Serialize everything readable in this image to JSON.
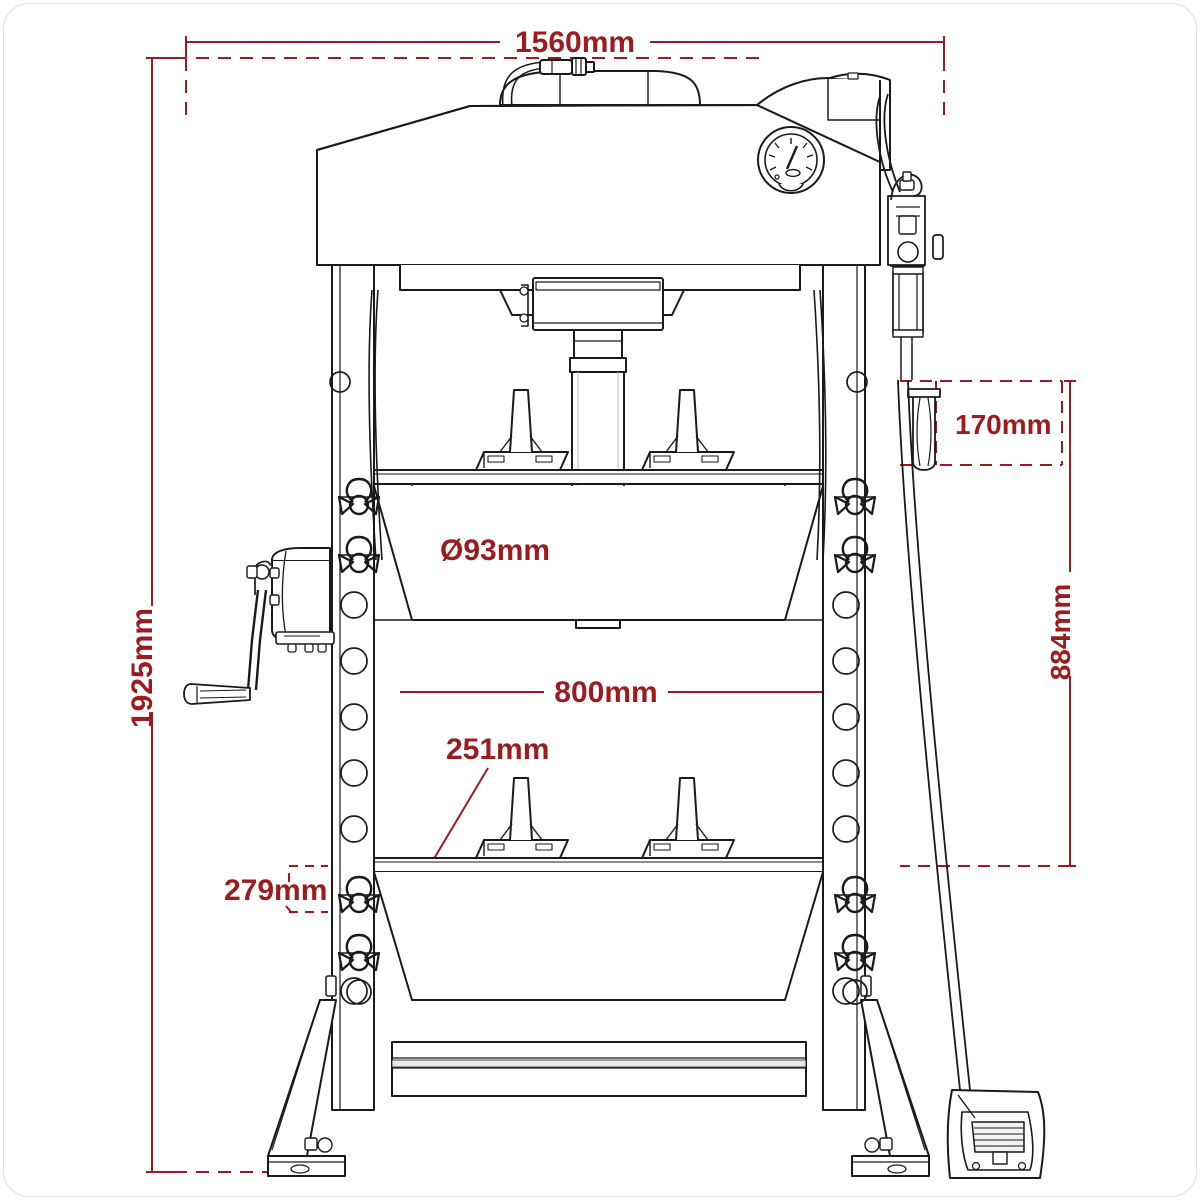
{
  "drawing": {
    "title": "Hydraulic Workshop Press - Dimensioned Side Elevation",
    "units": "mm",
    "line_color": "#1a1a1a",
    "dimension_color": "#9B1B1E",
    "background_color": "#ffffff",
    "border_color": "#e2e2e2"
  },
  "dimensions": {
    "overall_width": "1560mm",
    "overall_height": "1925mm",
    "ram_diameter": "Ø93mm",
    "working_width": "800mm",
    "bed_height_clearance": "884mm",
    "handle_length": "170mm",
    "v_block_height": "251mm",
    "foot_offset": "279mm"
  },
  "labels": [
    {
      "id": "width-1560",
      "text": "1560mm",
      "orientation": "horizontal"
    },
    {
      "id": "height-1925",
      "text": "1925mm",
      "orientation": "vertical"
    },
    {
      "id": "ram-dia-93",
      "text": "Ø93mm",
      "orientation": "horizontal"
    },
    {
      "id": "working-800",
      "text": "800mm",
      "orientation": "horizontal"
    },
    {
      "id": "clearance-884",
      "text": "884mm",
      "orientation": "vertical"
    },
    {
      "id": "handle-170",
      "text": "170mm",
      "orientation": "horizontal"
    },
    {
      "id": "vblock-251",
      "text": "251mm",
      "orientation": "horizontal"
    },
    {
      "id": "foot-279",
      "text": "279mm",
      "orientation": "horizontal"
    }
  ],
  "components": [
    {
      "id": "hydraulic-housing",
      "name": "Hydraulic power unit housing"
    },
    {
      "id": "pressure-gauge",
      "name": "Pressure gauge"
    },
    {
      "id": "reservoir-cap",
      "name": "Reservoir filler cap"
    },
    {
      "id": "ram-cylinder",
      "name": "Hydraulic ram cylinder"
    },
    {
      "id": "upper-v-blocks",
      "name": "Upper V-block supports"
    },
    {
      "id": "lower-v-blocks",
      "name": "Lower V-block supports"
    },
    {
      "id": "winch-drum",
      "name": "Winch drum with crank handle"
    },
    {
      "id": "valve-block",
      "name": "Control valve block"
    },
    {
      "id": "pump-handle",
      "name": "Hand pump handle"
    },
    {
      "id": "foot-pedal",
      "name": "Air foot pedal"
    },
    {
      "id": "frame-upright-left",
      "name": "Left frame upright with pin holes"
    },
    {
      "id": "frame-upright-right",
      "name": "Right frame upright with pin holes"
    },
    {
      "id": "base-legs",
      "name": "Splayed base legs with floor mounting plates"
    },
    {
      "id": "linch-pins",
      "name": "Linch pin / R-clip retainers"
    }
  ]
}
